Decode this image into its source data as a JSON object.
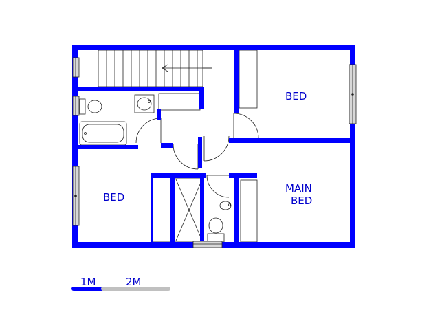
{
  "rooms": {
    "bed_top_right": "BED",
    "bed_left": "BED",
    "main_bed_line1": "MAIN",
    "main_bed_line2": "BED"
  },
  "scale_bar": {
    "label_1": "1M",
    "label_2": "2M",
    "color_primary": "#0000ff",
    "color_secondary": "#c0c0c0"
  },
  "colors": {
    "wall": "#0000ff",
    "label": "#0000cc"
  }
}
